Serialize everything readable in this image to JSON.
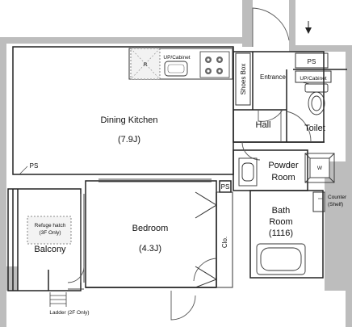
{
  "rooms": {
    "dining_kitchen": {
      "name": "Dining Kitchen",
      "size": "(7.9J)"
    },
    "bedroom": {
      "name": "Bedroom",
      "size": "(4.3J)"
    },
    "balcony": {
      "name": "Balcony"
    },
    "refuge_hatch": {
      "line1": "Refuge hatch",
      "line2": "(3F Only)"
    },
    "entrance": {
      "name": "Entrance"
    },
    "hall": {
      "name": "Hall"
    },
    "toilet": {
      "name": "Toilet"
    },
    "powder_room": {
      "line1": "Powder",
      "line2": "Room"
    },
    "bath_room": {
      "line1": "Bath",
      "line2": "Room",
      "line3": "(1116)"
    }
  },
  "fixtures": {
    "up_cabinet_kitchen": "UP/Cabinet",
    "up_cabinet_toilet": "UP/Cabinet",
    "shoes_box": "Shoes Box",
    "ps_top": "PS",
    "ps_left": "PS",
    "ps_middle": "PS",
    "counter_line1": "Counter",
    "counter_line2": "(Shelf)",
    "closet": "Clo.",
    "fridge": "R",
    "washer": "W",
    "ladder": "Ladder (2F Only)"
  }
}
